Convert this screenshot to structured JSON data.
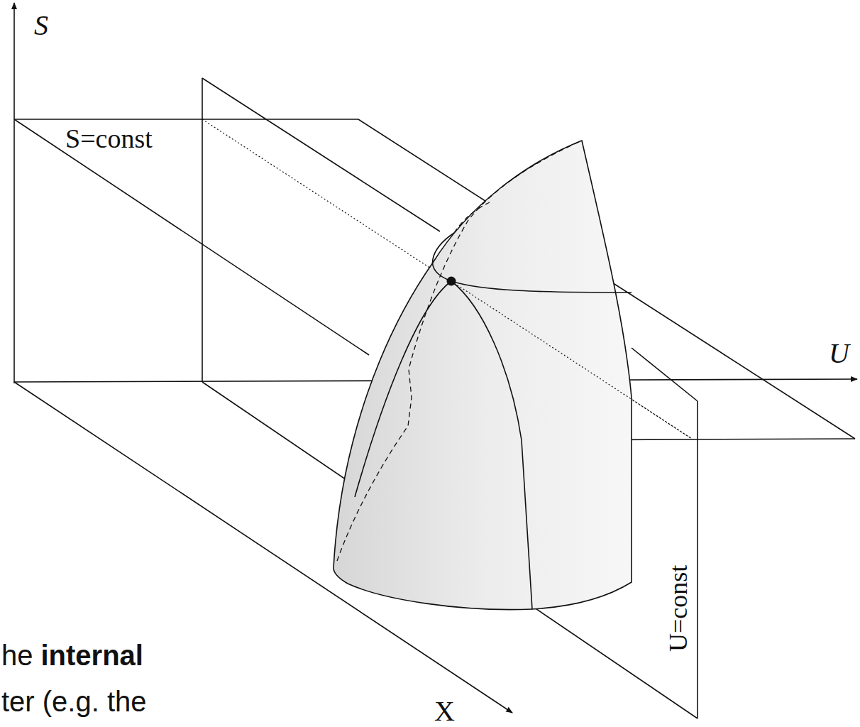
{
  "diagram": {
    "labels": [
      "S",
      "S=const",
      "U",
      "X",
      "U=const",
      "he",
      "internal",
      "ter (e.g. the"
    ]
  }
}
